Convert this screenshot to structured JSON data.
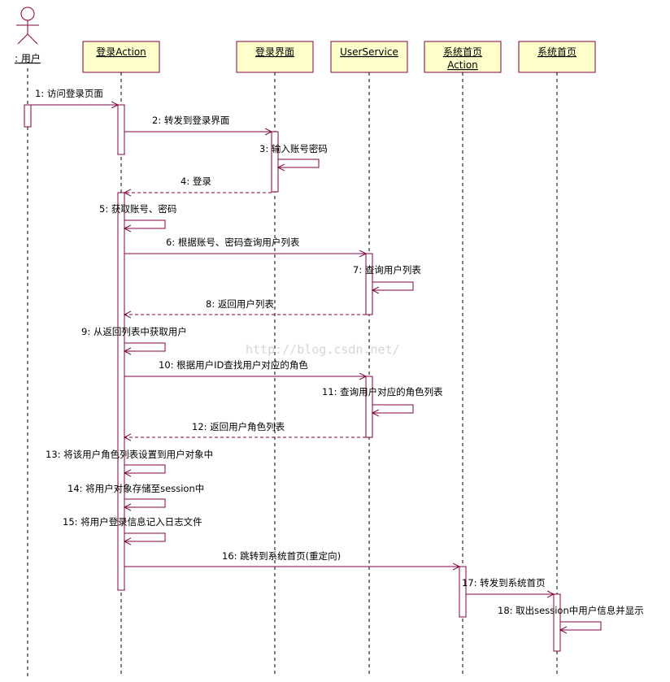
{
  "actor": {
    "label": ": 用户"
  },
  "lifelines": [
    {
      "id": "action",
      "lines": [
        "登录Action"
      ]
    },
    {
      "id": "loginui",
      "lines": [
        "登录界面"
      ]
    },
    {
      "id": "service",
      "lines": [
        "UserService"
      ]
    },
    {
      "id": "homeact",
      "lines": [
        "系统首页",
        "Action"
      ]
    },
    {
      "id": "home",
      "lines": [
        "系统首页"
      ]
    }
  ],
  "messages": [
    {
      "from": "user",
      "to": "action",
      "kind": "call",
      "label": "1: 访问登录页面"
    },
    {
      "from": "action",
      "to": "loginui",
      "kind": "call",
      "label": "2: 转发到登录界面"
    },
    {
      "from": "loginui",
      "to": "loginui",
      "kind": "self",
      "label": "3: 输入账号密码"
    },
    {
      "from": "loginui",
      "to": "action",
      "kind": "return",
      "label": "4: 登录"
    },
    {
      "from": "action",
      "to": "action",
      "kind": "self",
      "label": "5: 获取账号、密码"
    },
    {
      "from": "action",
      "to": "service",
      "kind": "call",
      "label": "6: 根据账号、密码查询用户列表"
    },
    {
      "from": "service",
      "to": "service",
      "kind": "self",
      "label": "7: 查询用户列表"
    },
    {
      "from": "service",
      "to": "action",
      "kind": "return",
      "label": "8: 返回用户列表"
    },
    {
      "from": "action",
      "to": "action",
      "kind": "self",
      "label": "9: 从返回列表中获取用户"
    },
    {
      "from": "action",
      "to": "service",
      "kind": "call",
      "label": "10: 根据用户ID查找用户对应的角色"
    },
    {
      "from": "service",
      "to": "service",
      "kind": "self",
      "label": "11: 查询用户对应的角色列表"
    },
    {
      "from": "service",
      "to": "action",
      "kind": "return",
      "label": "12: 返回用户角色列表"
    },
    {
      "from": "action",
      "to": "action",
      "kind": "self",
      "label": "13: 将该用户角色列表设置到用户对象中"
    },
    {
      "from": "action",
      "to": "action",
      "kind": "self",
      "label": "14: 将用户对象存储至session中"
    },
    {
      "from": "action",
      "to": "action",
      "kind": "self",
      "label": "15: 将用户登录信息记入日志文件"
    },
    {
      "from": "action",
      "to": "homeact",
      "kind": "call",
      "label": "16: 跳转到系统首页(重定向)"
    },
    {
      "from": "homeact",
      "to": "home",
      "kind": "call",
      "label": "17: 转发到系统首页"
    },
    {
      "from": "home",
      "to": "home",
      "kind": "self",
      "label": "18: 取出session中用户信息并显示"
    }
  ],
  "watermark": "http://blog.csdn.net/",
  "colors": {
    "line": "#800040",
    "box_fill": "#ffffcc",
    "box_border": "#800040",
    "activation_fill": "#ffffff",
    "text": "#000000",
    "watermark": "#d6d6d6"
  }
}
